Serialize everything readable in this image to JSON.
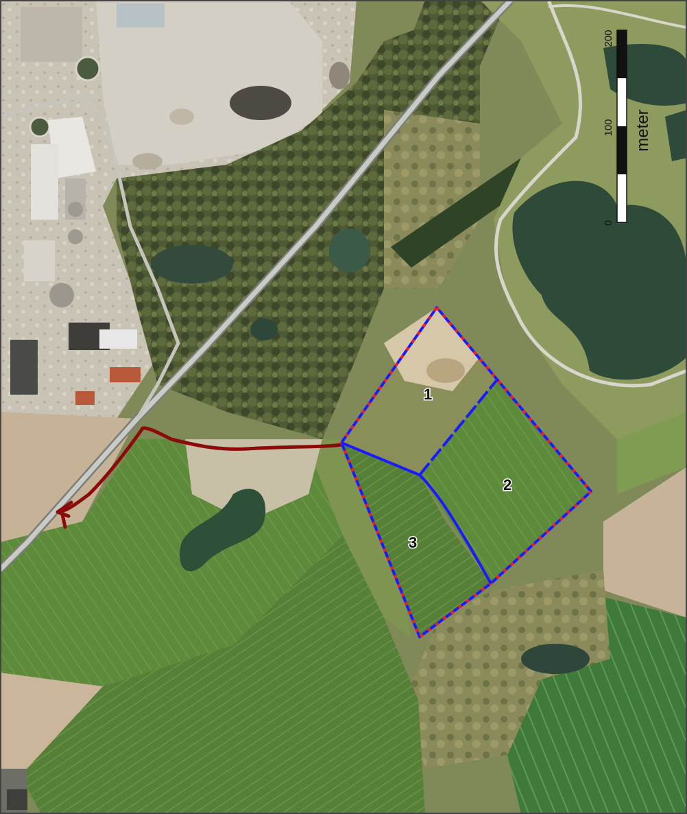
{
  "map": {
    "plots": [
      {
        "id": "plot-1",
        "label": "1"
      },
      {
        "id": "plot-2",
        "label": "2"
      },
      {
        "id": "plot-3",
        "label": "3"
      }
    ],
    "scale_bar": {
      "unit": "meter",
      "ticks": [
        "0",
        "100",
        "200"
      ]
    },
    "colors": {
      "boundary_blue": "#1a1aff",
      "boundary_red": "#e8202a",
      "access_route": "#8b0a0a",
      "field_green": "#5f8a3e",
      "water": "#2f4a36",
      "bare_field": "#cbb69c"
    }
  }
}
